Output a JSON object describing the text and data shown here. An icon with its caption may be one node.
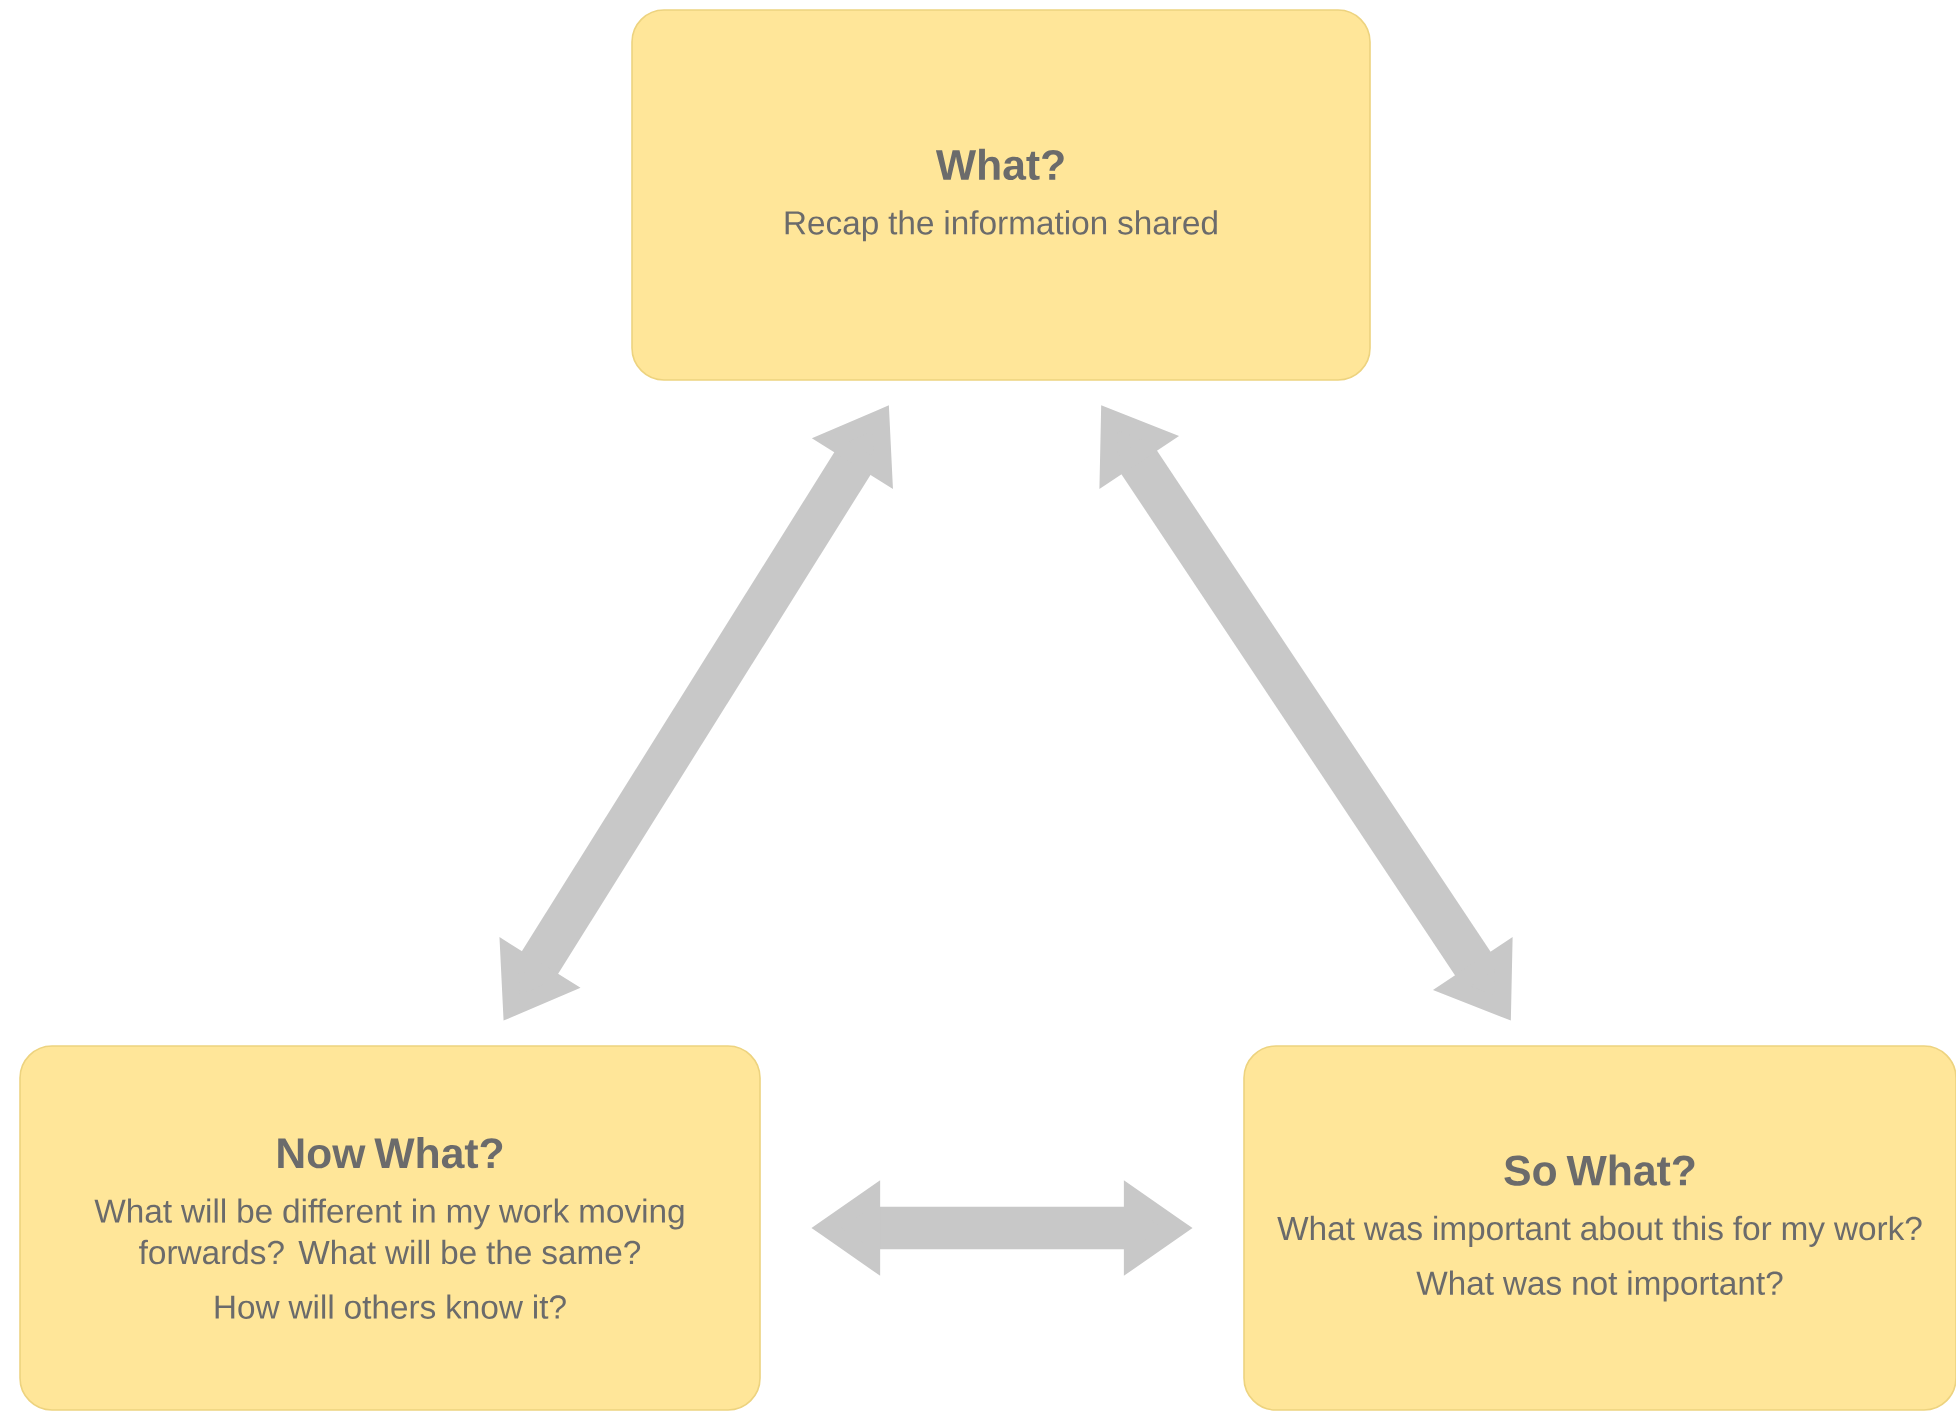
{
  "diagram": {
    "nodes": [
      {
        "text": [
          "What?",
          "Recap the information shared"
        ]
      },
      {
        "text": [
          "Now What?",
          "What will be different in my work moving forwards? What will be the same?",
          "How will others know it?"
        ]
      },
      {
        "text": [
          "So What?",
          "What was important about this for my work?",
          "What was not important?"
        ]
      }
    ],
    "edges": [
      {
        "from": 0,
        "to": 1,
        "arrow": "both"
      },
      {
        "from": 0,
        "to": 2,
        "arrow": "both"
      },
      {
        "from": 1,
        "to": 2,
        "arrow": "both"
      }
    ]
  }
}
